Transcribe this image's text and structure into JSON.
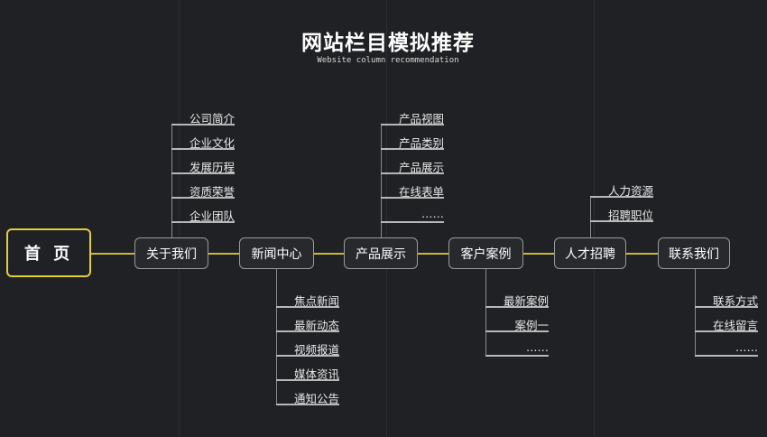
{
  "title": "网站栏目模拟推荐",
  "subtitle": "Website column recommendation",
  "home": {
    "label": "首 页"
  },
  "categories": [
    {
      "label": "关于我们",
      "sub": [
        "公司简介",
        "企业文化",
        "发展历程",
        "资质荣誉",
        "企业团队"
      ]
    },
    {
      "label": "新闻中心",
      "sub": [
        "焦点新闻",
        "最新动态",
        "视频报道",
        "媒体资讯",
        "通知公告"
      ]
    },
    {
      "label": "产品展示",
      "sub": [
        "产品视图",
        "产品类别",
        "产品展示",
        "在线表单",
        "……"
      ]
    },
    {
      "label": "客户案例",
      "sub": [
        "最新案例",
        "案例一",
        "……"
      ]
    },
    {
      "label": "人才招聘",
      "sub": [
        "人力资源",
        "招聘职位"
      ]
    },
    {
      "label": "联系我们",
      "sub": [
        "联系方式",
        "在线留言",
        "……"
      ]
    }
  ],
  "colors": {
    "background": "#1f2124",
    "accent": "#e3cd3a",
    "connector": "#c9b83a"
  }
}
